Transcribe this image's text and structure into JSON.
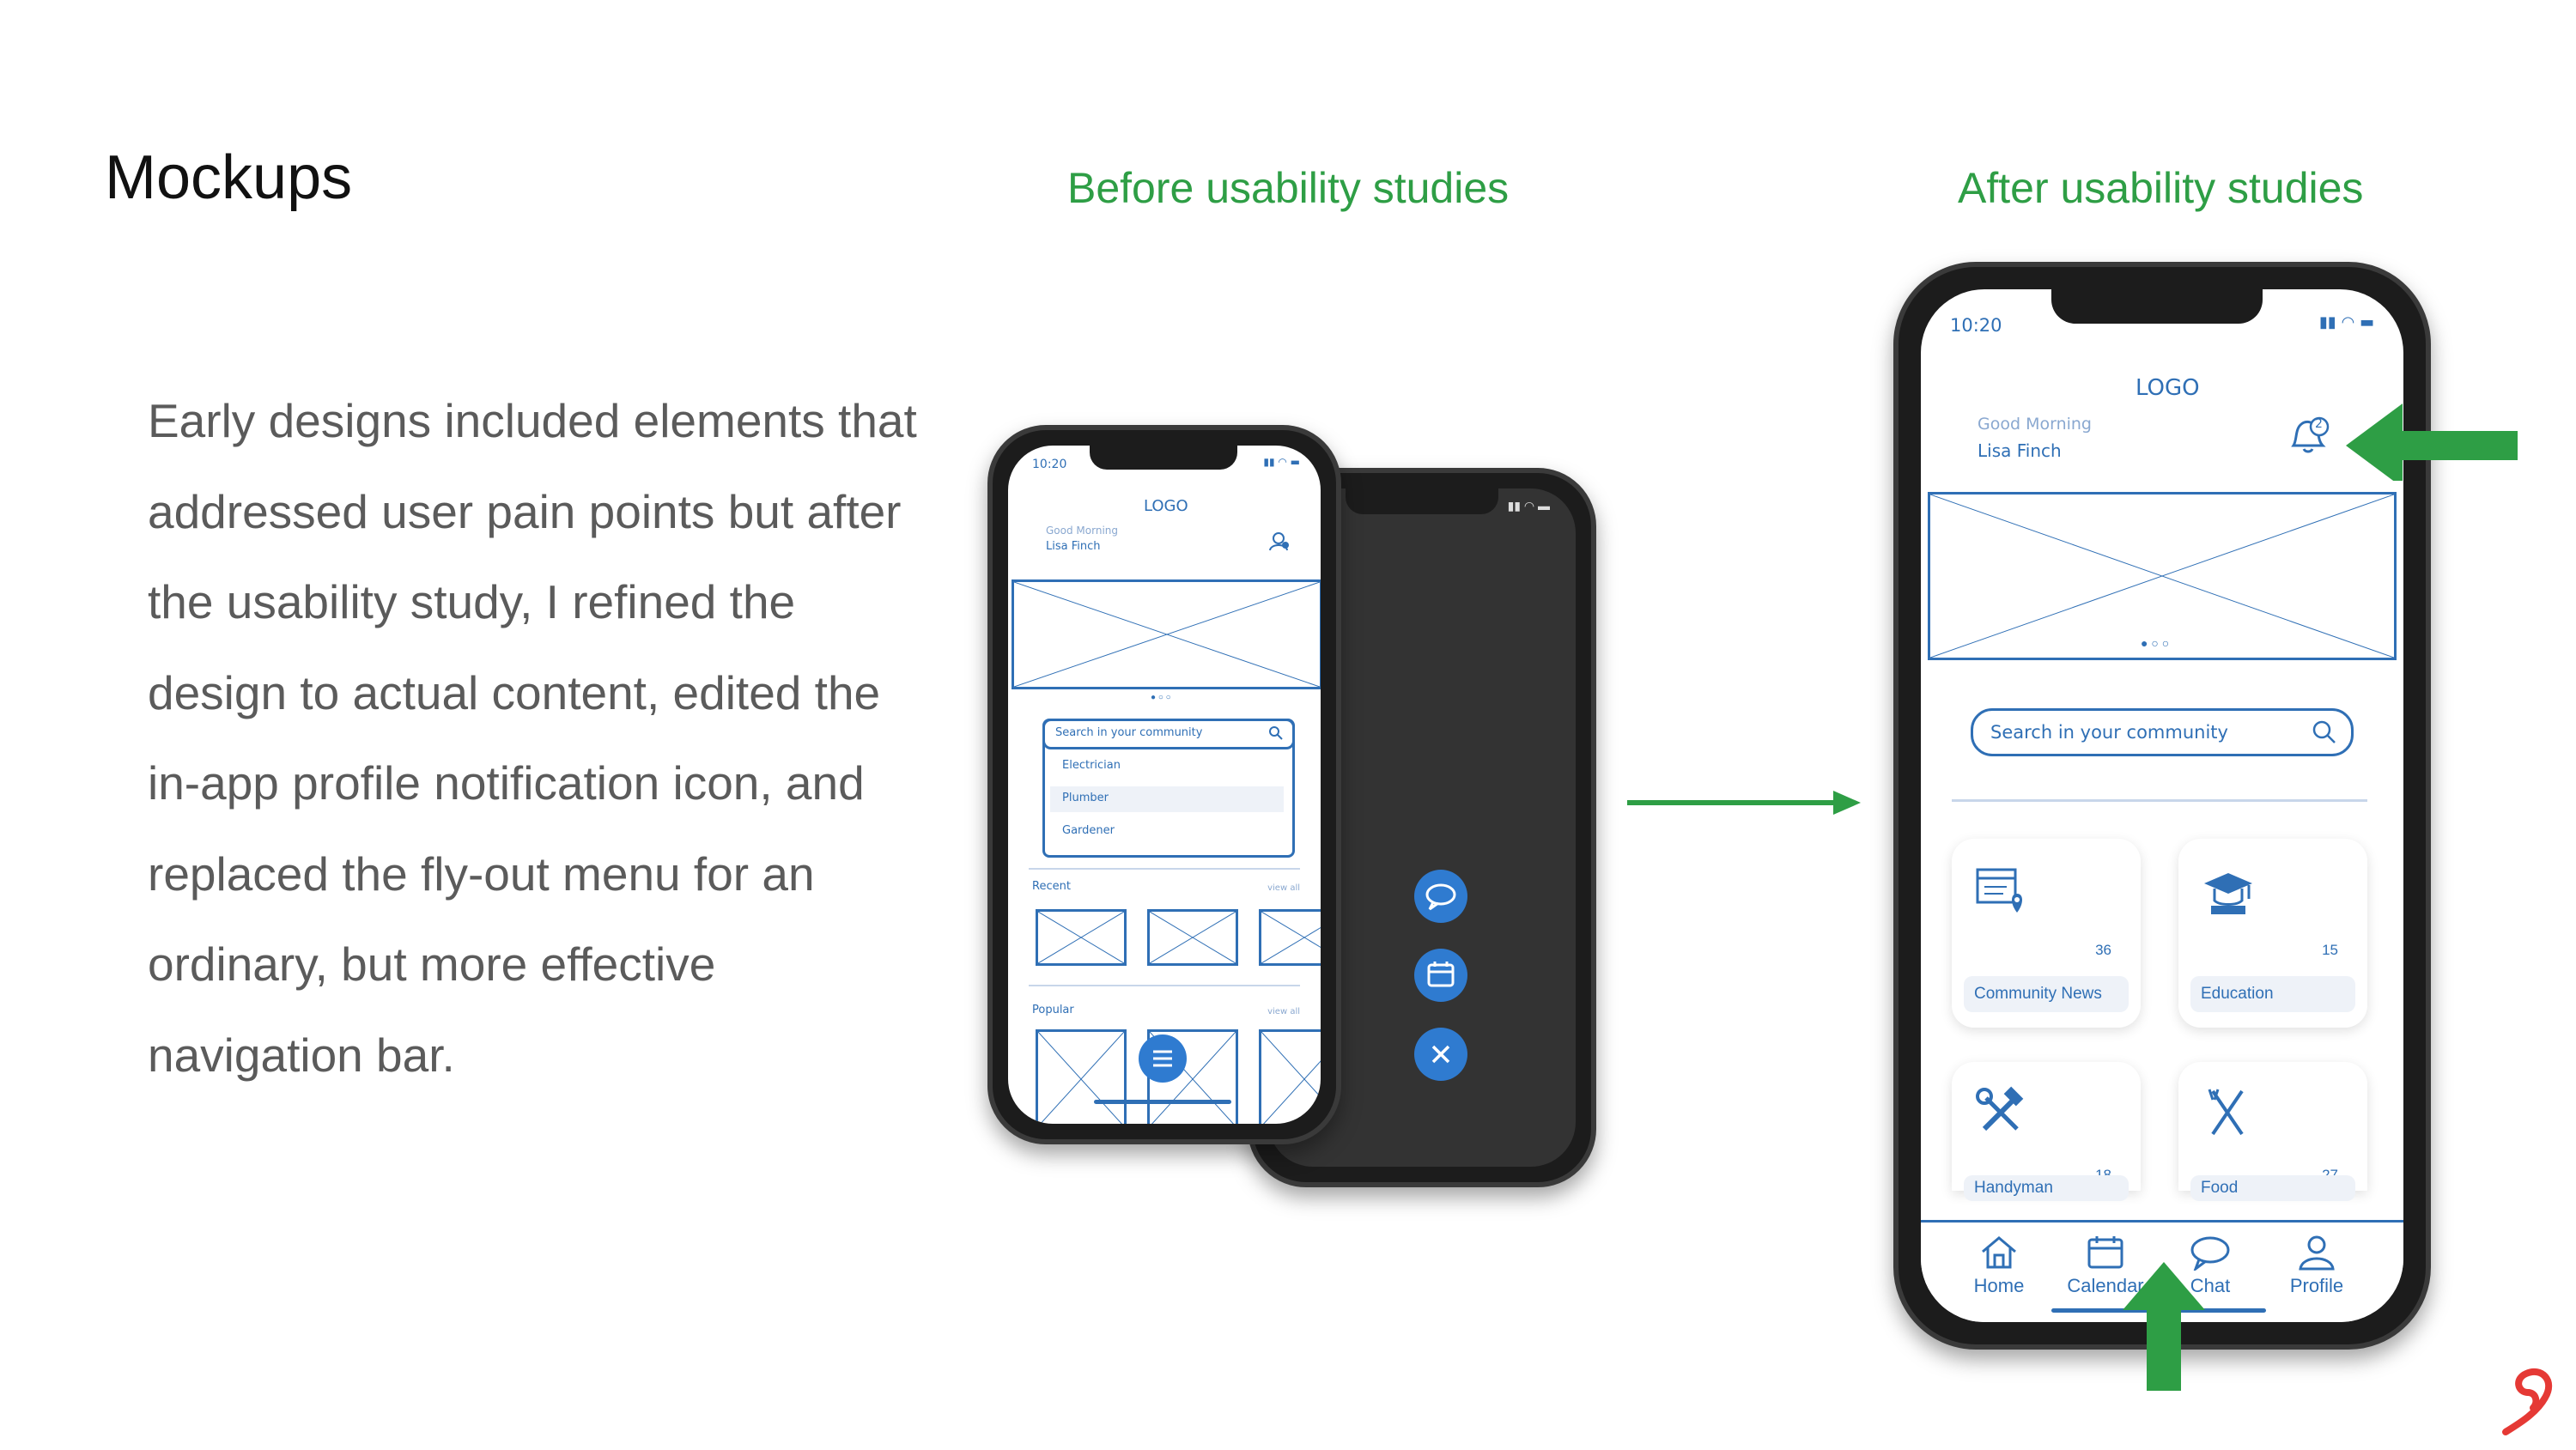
{
  "slide": {
    "title": "Mockups",
    "body": "Early designs included elements that addressed user pain points but after the usability study, I refined the design to actual content, edited the in-app profile notification icon, and replaced the fly-out menu for an ordinary, but more effective navigation bar.",
    "label_before": "Before usability studies",
    "label_after": "After usability studies",
    "brand_icon": "swirl-logo-icon"
  },
  "colors": {
    "accent_green": "#2e9e45",
    "wireframe_blue": "#2f6fb5",
    "body_text": "#5b5b5b"
  },
  "before_phone": {
    "time": "10:20",
    "logo": "LOGO",
    "greeting": "Good Morning",
    "user_name": "Lisa Finch",
    "search_placeholder": "Search in your community",
    "dropdown_items": [
      "Electrician",
      "Plumber",
      "Gardener"
    ],
    "recent_label": "Recent",
    "popular_label": "Popular",
    "view_all": "view all",
    "menu_icon": "hamburger-menu-icon"
  },
  "flyout_phone": {
    "icons": [
      "chat-bubble-icon",
      "calendar-icon",
      "close-icon"
    ]
  },
  "after_phone": {
    "time": "10:20",
    "logo": "LOGO",
    "greeting": "Good Morning",
    "user_name": "Lisa Finch",
    "notification_count": "2",
    "search_placeholder": "Search in your community",
    "cards": [
      {
        "label": "Community News",
        "count": "36",
        "icon": "news-map-icon"
      },
      {
        "label": "Education",
        "count": "15",
        "icon": "graduation-cap-icon"
      },
      {
        "label": "Handyman",
        "count": "18",
        "icon": "tools-icon"
      },
      {
        "label": "Food",
        "count": "27",
        "icon": "fork-knife-icon"
      }
    ],
    "nav": [
      {
        "label": "Home",
        "icon": "home-icon"
      },
      {
        "label": "Calendar",
        "icon": "calendar-icon"
      },
      {
        "label": "Chat",
        "icon": "chat-bubble-icon"
      },
      {
        "label": "Profile",
        "icon": "profile-icon"
      }
    ]
  }
}
